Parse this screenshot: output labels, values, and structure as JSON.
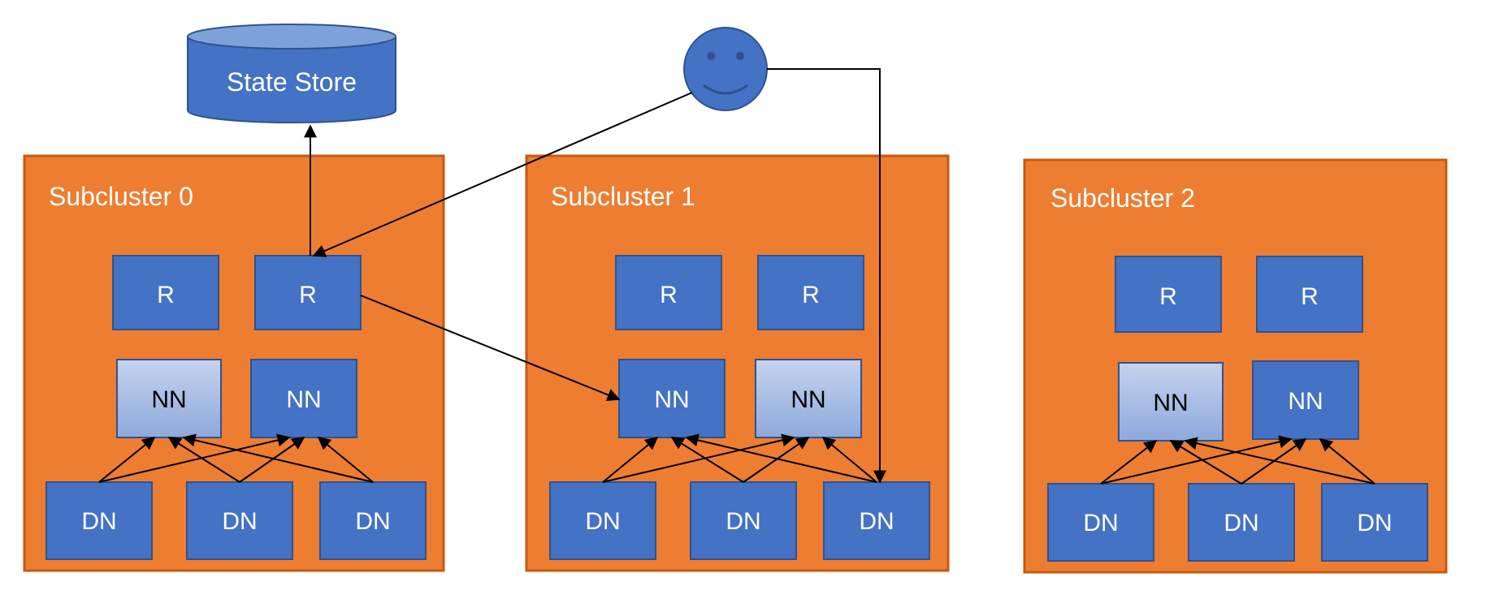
{
  "colors": {
    "subcluster_fill": "#ED7D31",
    "subcluster_border": "#C55A11",
    "active_node_fill": "#4472C4",
    "standby_node_top": "#C5D3EE",
    "standby_node_bottom": "#8EA9DB",
    "node_border": "#2F528F",
    "arrow": "#000000"
  },
  "state_store": {
    "label": "State Store",
    "icon": "database-cylinder"
  },
  "client": {
    "icon": "smiley-face-user-icon"
  },
  "subclusters": [
    {
      "title": "Subcluster 0",
      "routers": [
        {
          "label": "R"
        },
        {
          "label": "R"
        }
      ],
      "namenodes": [
        {
          "label": "NN",
          "state": "standby"
        },
        {
          "label": "NN",
          "state": "active"
        }
      ],
      "datanodes": [
        {
          "label": "DN"
        },
        {
          "label": "DN"
        },
        {
          "label": "DN"
        }
      ]
    },
    {
      "title": "Subcluster 1",
      "routers": [
        {
          "label": "R"
        },
        {
          "label": "R"
        }
      ],
      "namenodes": [
        {
          "label": "NN",
          "state": "active"
        },
        {
          "label": "NN",
          "state": "standby"
        }
      ],
      "datanodes": [
        {
          "label": "DN"
        },
        {
          "label": "DN"
        },
        {
          "label": "DN"
        }
      ]
    },
    {
      "title": "Subcluster 2",
      "routers": [
        {
          "label": "R"
        },
        {
          "label": "R"
        }
      ],
      "namenodes": [
        {
          "label": "NN",
          "state": "standby"
        },
        {
          "label": "NN",
          "state": "active"
        }
      ],
      "datanodes": [
        {
          "label": "DN"
        },
        {
          "label": "DN"
        },
        {
          "label": "DN"
        }
      ]
    }
  ]
}
